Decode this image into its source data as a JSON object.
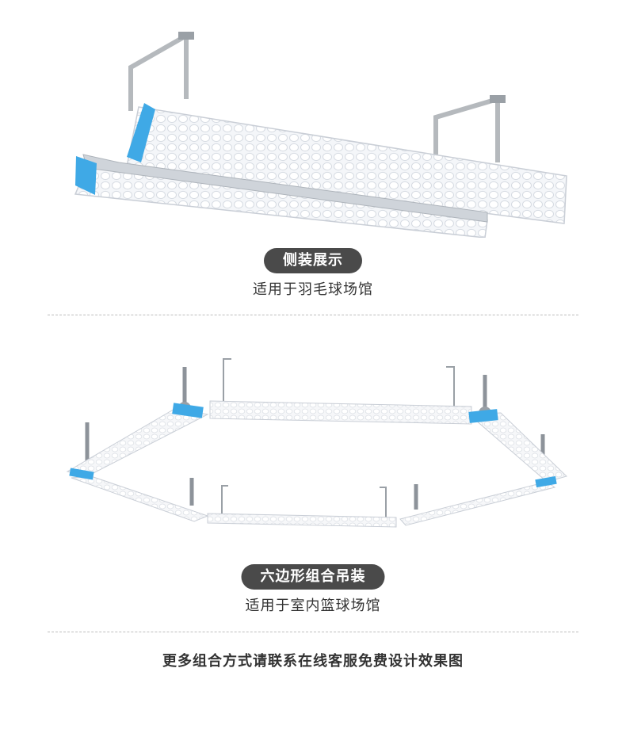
{
  "side_mount": {
    "pill_label": "侧装展示",
    "caption": "适用于羽毛球场馆",
    "image_icon": "side-mounted-linear-light-illustration"
  },
  "hexagon_mount": {
    "pill_label": "六边形组合吊装",
    "caption": "适用于室内篮球场馆",
    "image_icon": "hexagon-suspended-light-illustration"
  },
  "footer": {
    "text": "更多组合方式请联系在线客服免费设计效果图"
  },
  "colors": {
    "accent_blue": "#3fa9e6",
    "pill_bg": "#4a4a4a",
    "bracket_gray": "#b5b9bd",
    "fixture_white": "#f3f5f8"
  }
}
